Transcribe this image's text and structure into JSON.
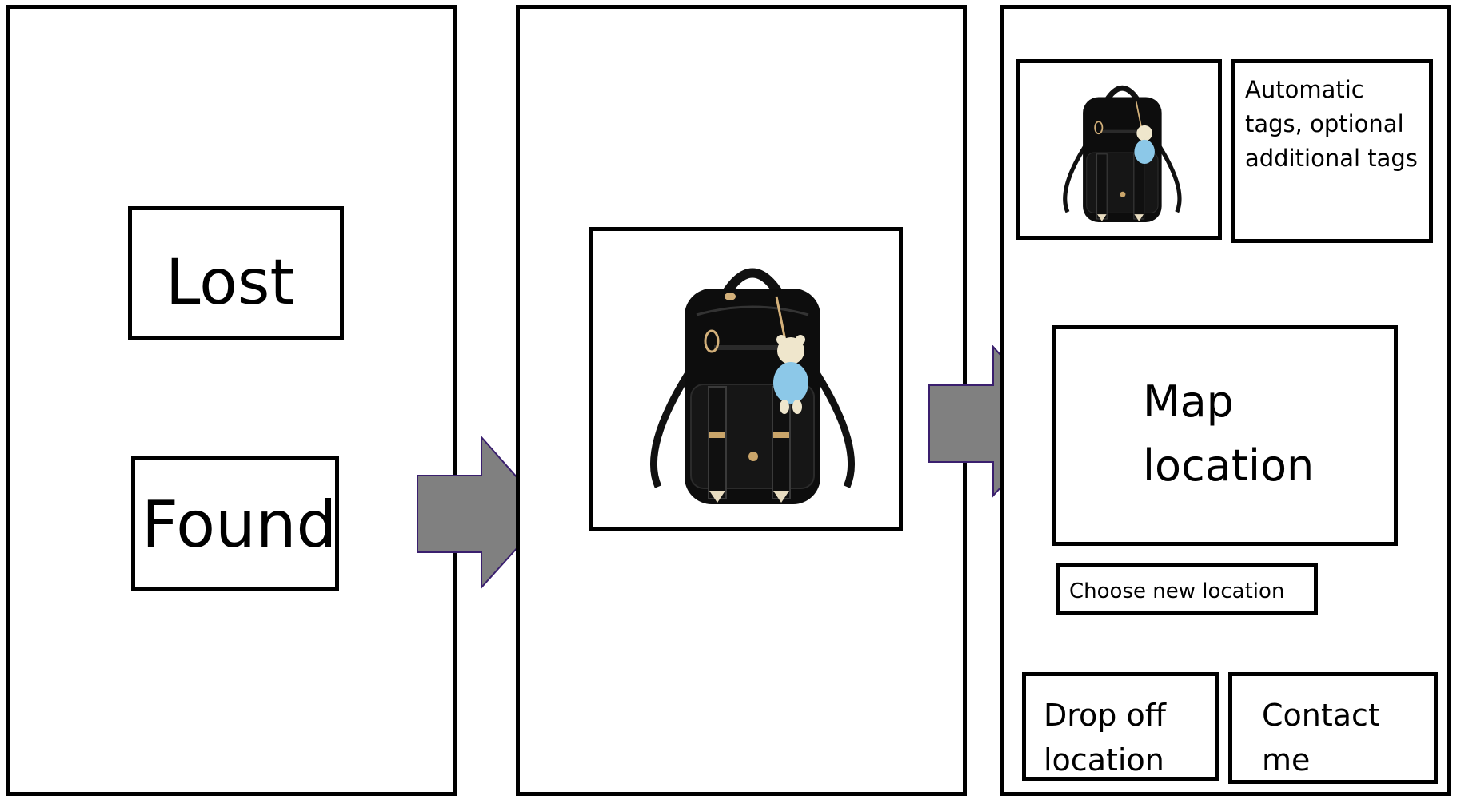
{
  "screen1": {
    "lost_label": "Lost",
    "found_label": "Found"
  },
  "screen3": {
    "tags_text": "Automatic tags, optional additional tags",
    "map_line1": "Map",
    "map_line2": "location",
    "choose_location_label": "Choose new location",
    "drop_off_line1": "Drop off",
    "drop_off_line2": "location",
    "contact_line1": "Contact",
    "contact_line2": "me"
  },
  "colors": {
    "arrow_fill": "#808080",
    "arrow_stroke": "#3a1f6e",
    "border": "#000000"
  },
  "icons": {
    "photo": "backpack-photo-icon",
    "thumbnail": "backpack-thumbnail-icon",
    "arrow": "right-arrow-icon"
  }
}
